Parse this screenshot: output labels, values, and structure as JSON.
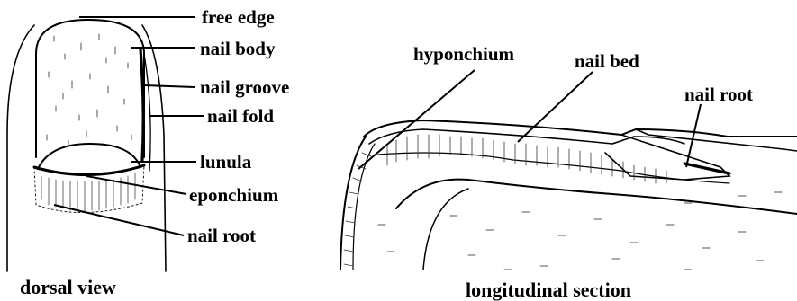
{
  "dorsal": {
    "labels": {
      "free_edge": "free edge",
      "nail_body": "nail body",
      "nail_groove": "nail groove",
      "nail_fold": "nail fold",
      "lunula": "lunula",
      "eponchium": "eponchium",
      "nail_root": "nail root"
    },
    "caption": "dorsal view"
  },
  "section": {
    "labels": {
      "hyponchium": "hyponchium",
      "nail_bed": "nail bed",
      "nail_root": "nail root"
    },
    "caption": "longitudinal section"
  },
  "colors": {
    "ink": "#000000",
    "background": "#ffffff"
  }
}
